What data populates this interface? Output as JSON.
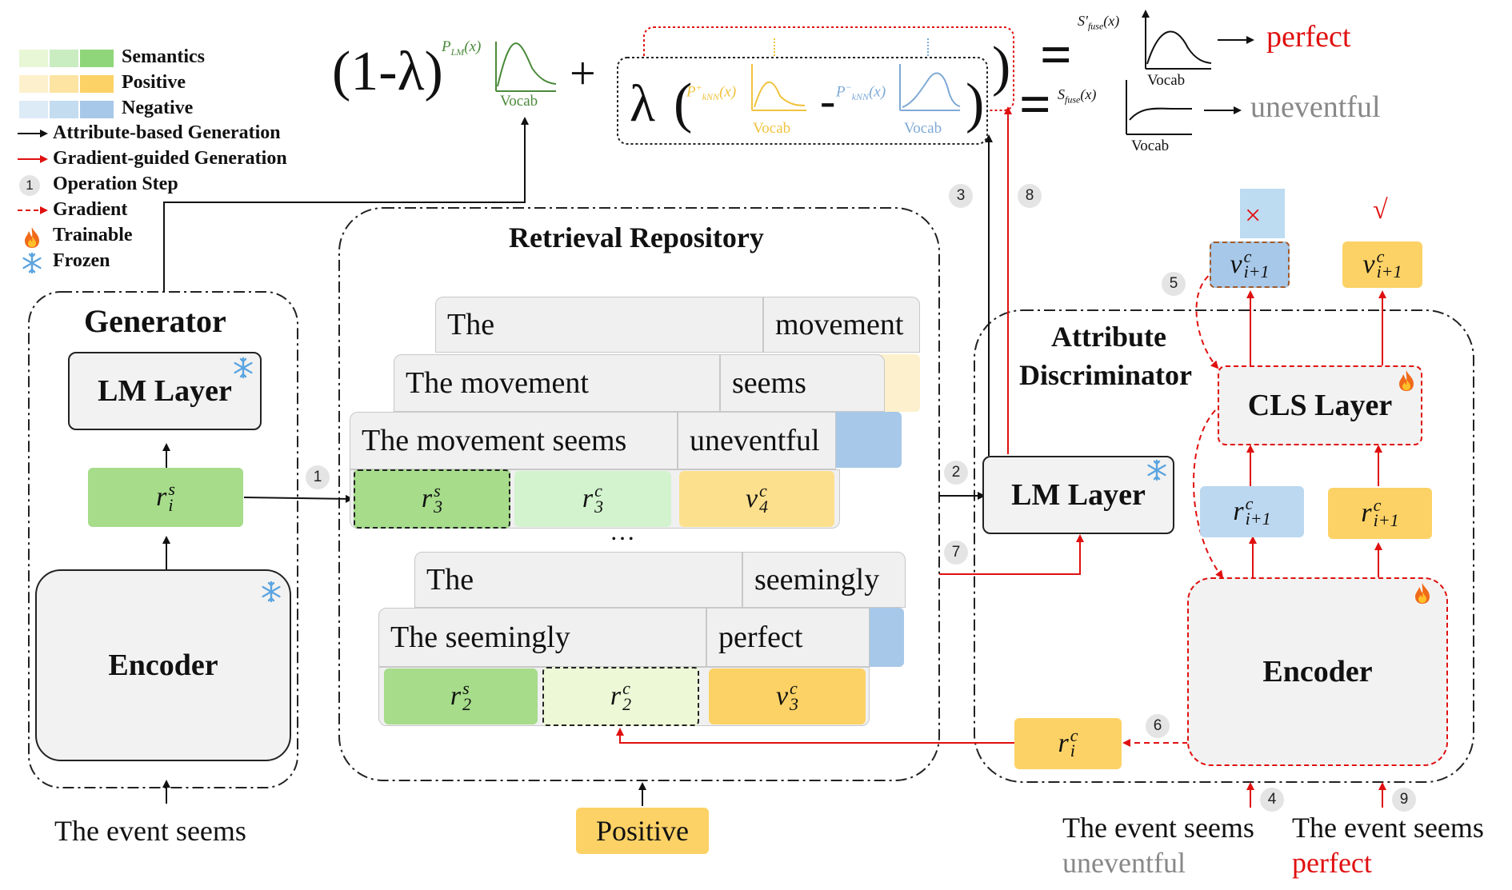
{
  "legend": {
    "semantics": "Semantics",
    "positive": "Positive",
    "negative": "Negative",
    "attr_gen": "Attribute-based Generation",
    "grad_gen": "Gradient-guided Generation",
    "op_step": "Operation Step",
    "op_step_num": "1",
    "gradient": "Gradient",
    "trainable": "Trainable",
    "frozen": "Frozen",
    "colors": {
      "semantics": [
        "#e8f7d6",
        "#c9ecc0",
        "#8fd67a"
      ],
      "positive": [
        "#fdf0cc",
        "#fde4a2",
        "#fcd266"
      ],
      "negative": [
        "#ddebf6",
        "#c4dcf0",
        "#a7c8e8"
      ]
    }
  },
  "formula": {
    "one_minus_lambda": "(1-λ)",
    "plm": "P",
    "plm_sub": "LM",
    "x": "(x)",
    "vocab": "Vocab",
    "plus": "+",
    "lambda": "λ",
    "pknn_pos": "P",
    "pknn_pos_sup": "+",
    "pknn_sub": "kNN",
    "pknn_neg_sup": "−",
    "minus": "-",
    "eq": "=",
    "sfuse_prime": "S′",
    "sfuse": "S",
    "fuse_sub": "fuse",
    "perfect": "perfect",
    "uneventful": "uneventful"
  },
  "generator": {
    "title": "Generator",
    "lm_layer": "LM Layer",
    "encoder": "Encoder",
    "input": "The event seems",
    "r": "r",
    "r_sup": "s",
    "r_sub": "i"
  },
  "repository": {
    "title": "Retrieval Repository",
    "rows": [
      {
        "prefix": "The",
        "next": "movement"
      },
      {
        "prefix": "The movement",
        "next": "seems"
      },
      {
        "prefix": "The movement seems",
        "next": "uneventful"
      },
      {
        "prefix": "The",
        "next": "seemingly"
      },
      {
        "prefix": "The seemingly",
        "next": "perfect"
      }
    ],
    "ellipsis": "…",
    "vec_top": [
      {
        "sym": "r",
        "sup": "s",
        "sub": "3"
      },
      {
        "sym": "r",
        "sup": "c",
        "sub": "3"
      },
      {
        "sym": "v",
        "sup": "c",
        "sub": "4"
      }
    ],
    "vec_bot": [
      {
        "sym": "r",
        "sup": "s",
        "sub": "2"
      },
      {
        "sym": "r",
        "sup": "c",
        "sub": "2"
      },
      {
        "sym": "v",
        "sup": "c",
        "sub": "3"
      }
    ],
    "attribute_input": "Positive"
  },
  "discriminator": {
    "title_line1": "Attribute",
    "title_line2": "Discriminator",
    "lm_layer": "LM Layer",
    "cls_layer": "CLS Layer",
    "encoder": "Encoder",
    "wrong": "×",
    "right": "√",
    "v_sym": "v",
    "r_sym": "r",
    "sup": "c",
    "sub": "i+1",
    "ric_sub": "i",
    "input1_line1": "The event seems",
    "input1_line2": "uneventful",
    "input2_line1": "The event seems",
    "input2_line2": "perfect"
  },
  "steps": [
    "1",
    "2",
    "3",
    "4",
    "5",
    "6",
    "7",
    "8",
    "9"
  ]
}
